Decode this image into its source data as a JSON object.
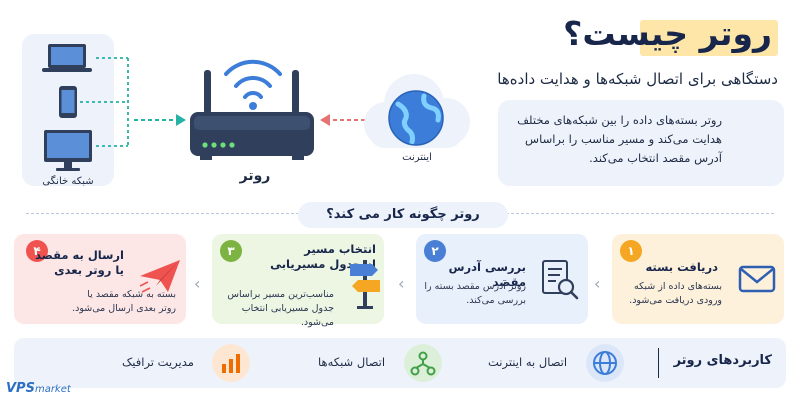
{
  "header": {
    "title": "روتر چیست؟",
    "subtitle": "دستگاهی برای اتصال شبکه‌ها و هدایت داده‌ها"
  },
  "diagram": {
    "home_label": "شبکه خانگی",
    "router_label": "روتر",
    "internet_label": "اینترنت",
    "icons": [
      "laptop-icon",
      "phone-icon",
      "monitor-icon",
      "router-icon",
      "wifi-icon",
      "cloud-icon",
      "globe-icon"
    ]
  },
  "description": {
    "text": "روتر بسته‌های داده را بین شبکه‌های مختلف هدایت می‌کند و مسیر مناسب را براساس آدرس مقصد انتخاب می‌کند."
  },
  "how": {
    "title": "روتر چگونه کار می کند؟",
    "steps": [
      {
        "num": "۱",
        "title": "دریافت بسته",
        "desc": "بسته‌های داده از شبکه ورودی دریافت می‌شود.",
        "icon": "envelope-icon",
        "color": "#f5a623"
      },
      {
        "num": "۲",
        "title": "بررسی آدرس مقصد",
        "desc": "روتر آدرس مقصد بسته را بررسی می‌کند.",
        "icon": "document-search-icon",
        "color": "#4a7fd6"
      },
      {
        "num": "۳",
        "title": "انتخاب مسیر از جدول مسیریابی",
        "title_line1": "انتخاب مسیر",
        "title_line2": "از جدول مسیریابی",
        "desc_line1": "مناسب‌ترین مسیر براساس",
        "desc_line2": "جدول مسیریابی انتخاب می‌شود.",
        "icon": "signpost-icon",
        "color": "#7cb342"
      },
      {
        "num": "۴",
        "title_line1": "ارسال به مقصد",
        "title_line2": "یا روتر بعدی",
        "desc_line1": "بسته به شبکه مقصد یا",
        "desc_line2": "روتر بعدی ارسال می‌شود.",
        "icon": "paper-plane-icon",
        "color": "#ef5350"
      }
    ]
  },
  "applications": {
    "title": "کاربردهای روتر",
    "items": [
      {
        "label": "اتصال به اینترنت",
        "icon": "globe-icon",
        "color": "#3b7dd8"
      },
      {
        "label": "اتصال شبکه‌ها",
        "icon": "network-icon",
        "color": "#43a047"
      },
      {
        "label": "مدیریت ترافیک",
        "icon": "bar-chart-icon",
        "color": "#ef6c00"
      }
    ]
  },
  "logo": {
    "brand": "VPS",
    "suffix": "market"
  },
  "colors": {
    "navy": "#17264a",
    "highlight": "#fde6a8",
    "panel": "#eef3fb",
    "arrow_teal": "#26b3a3",
    "arrow_red": "#e57373"
  }
}
